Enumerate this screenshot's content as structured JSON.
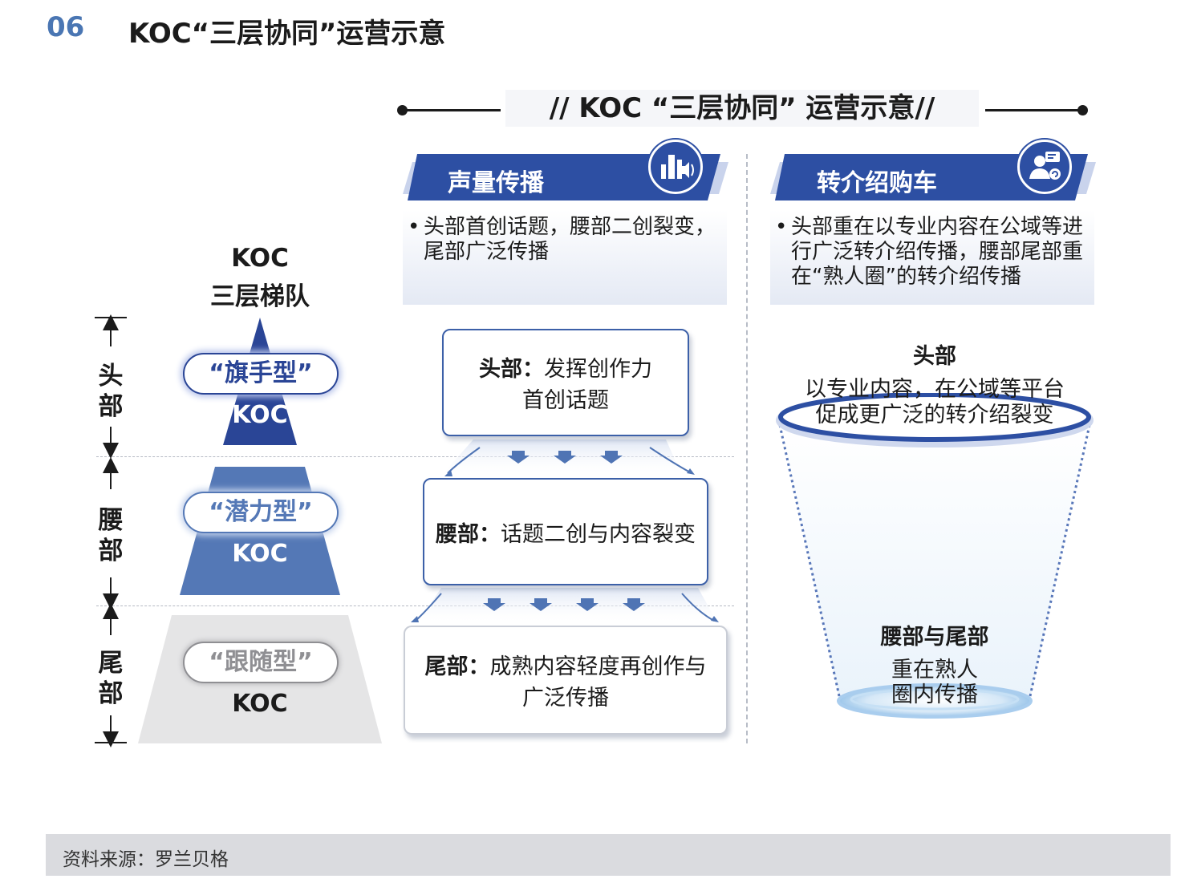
{
  "header": {
    "page_number": "06",
    "title": "KOC“三层协同”运营示意"
  },
  "banner": {
    "text": "// KOC “三层协同” 运营示意//"
  },
  "pyramid": {
    "title_line1": "KOC",
    "title_line2": "三层梯队",
    "tiers": [
      {
        "side_label": [
          "头",
          "部"
        ],
        "pill": "“旗手型”",
        "koc": "KOC",
        "color": "#2a4596"
      },
      {
        "side_label": [
          "腰",
          "部"
        ],
        "pill": "“潜力型”",
        "koc": "KOC",
        "color": "#5478b6"
      },
      {
        "side_label": [
          "尾",
          "部"
        ],
        "pill": "“跟随型”",
        "koc": "KOC",
        "color": "#e5e5e6"
      }
    ]
  },
  "columns": {
    "spread": {
      "title": "声量传播",
      "icon": "volume-chart-icon",
      "bullet": "•",
      "description": "头部首创话题，腰部二创裂变，尾部广泛传播",
      "stages": [
        {
          "prefix": "头部：",
          "line1": "发挥创作力",
          "line2": "首创话题"
        },
        {
          "prefix": "腰部：",
          "line1": "话题二创与内容裂变",
          "line2": ""
        },
        {
          "prefix": "尾部：",
          "line1": "成熟内容轻度再创作与",
          "line2": "广泛传播"
        }
      ]
    },
    "referral": {
      "title": "转介绍购车",
      "icon": "user-share-icon",
      "bullet": "•",
      "description": "头部重在以专业内容在公域等进行广泛转介绍传播，腰部尾部重在“熟人圈”的转介绍传播",
      "cup_top": {
        "title": "头部",
        "line1": "以专业内容，在公域等平台",
        "line2": "促成更广泛的转介绍裂变"
      },
      "cup_bottom": {
        "title": "腰部与尾部",
        "line1": "重在熟人",
        "line2": "圈内传播"
      }
    }
  },
  "footer": {
    "source": "资料来源：罗兰贝格"
  },
  "colors": {
    "primary": "#2d4fa3",
    "accent_light": "#c9d3ec",
    "page_number": "#4a76b3"
  }
}
